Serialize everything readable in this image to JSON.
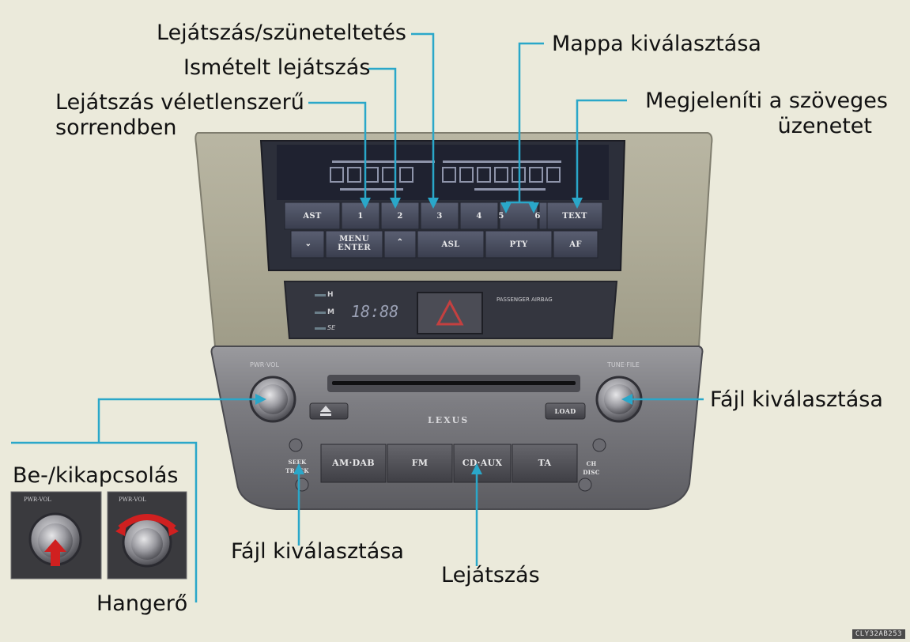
{
  "callouts": {
    "playback_pause": "Lejátszás/szüneteltetés",
    "folder_select": "Mappa kiválasztása",
    "repeat": "Ismételt lejátszás",
    "random_line1": "Lejátszás véletlenszerű",
    "random_line2": "sorrendben",
    "text_line1": "Megjeleníti a szöveges",
    "text_line2": "üzenetet",
    "file_select_right": "Fájl kiválasztása",
    "power": "Be-/kikapcsolás",
    "volume": "Hangerő",
    "file_select_bottom": "Fájl kiválasztása",
    "playback": "Lejátszás"
  },
  "buttons": {
    "ast": "AST",
    "p1": "1",
    "p2": "2",
    "p3": "3",
    "p4": "4",
    "p5": "5",
    "p6": "6",
    "text": "TEXT",
    "menu_enter": "MENU ENTER",
    "asl": "ASL",
    "pty": "PTY",
    "af": "AF",
    "am_dab": "AM·DAB",
    "fm": "FM",
    "cd_aux": "CD·AUX",
    "ta": "TA",
    "load": "LOAD",
    "seek_track": "SEEK TRACK",
    "ch_disc": "CH DISC"
  },
  "labels": {
    "pwr_vol": "PWR·VOL",
    "tune_file": "TUNE·FILE",
    "passenger_airbag": "PASSENGER AIRBAG",
    "clock": "18:88",
    "brand": "LEXUS",
    "h": "H",
    "m": "M",
    "sd": "SE"
  },
  "image_code": "CLY32AB253"
}
